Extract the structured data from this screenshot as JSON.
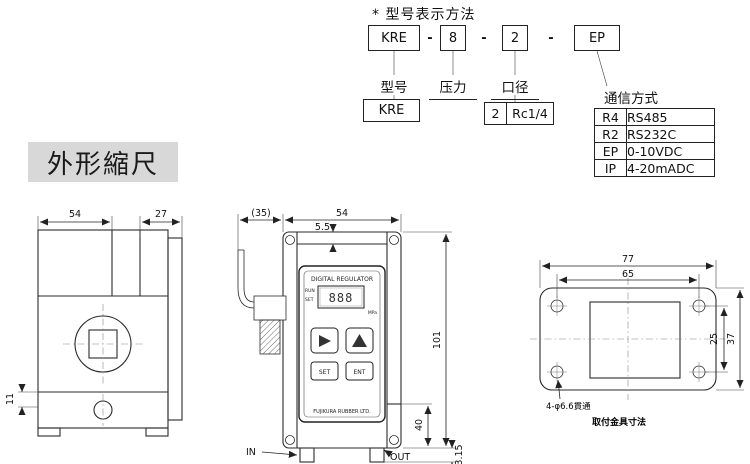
{
  "designation": {
    "title": "* 型号表示方法",
    "separator": "-",
    "code_parts": [
      "KRE",
      "8",
      "2",
      "EP"
    ],
    "field_labels": [
      "型号",
      "压力",
      "口径",
      "通信方式"
    ],
    "model_value": "KRE",
    "bore_values": [
      "2",
      "Rc1/4"
    ],
    "comm_options": [
      {
        "code": "R4",
        "name": "RS485"
      },
      {
        "code": "R2",
        "name": "RS232C"
      },
      {
        "code": "EP",
        "name": "0-10VDC"
      },
      {
        "code": "IP",
        "name": "4-20mADC"
      }
    ]
  },
  "section_heading": "外形縮尺",
  "drawings": {
    "front_view": {
      "dim_width": "54",
      "dim_depth": "27",
      "dim_base_height": "11"
    },
    "side_view": {
      "dim_connector_depth": "(35)",
      "dim_width": "54",
      "dim_plate_offset": "5.5",
      "dim_height": "101",
      "dim_out_height": "40",
      "dim_port_depth": "3.15",
      "label_in": "IN",
      "label_out": "OUT",
      "panel": {
        "title": "DIGITAL REGULATOR",
        "indicator_run": "RUN",
        "indicator_set": "SET",
        "display_value": "888",
        "unit": "MPa",
        "button_set": "SET",
        "button_ent": "ENT",
        "brand": "FUJIKURA RUBBER LTD."
      }
    },
    "top_view": {
      "dim_outer_width": "77",
      "dim_hole_span": "65",
      "dim_height": "37",
      "dim_hole_vspan": "25",
      "hole_note": "4-φ6.6貫通",
      "caption": "取付金具寸法"
    }
  }
}
